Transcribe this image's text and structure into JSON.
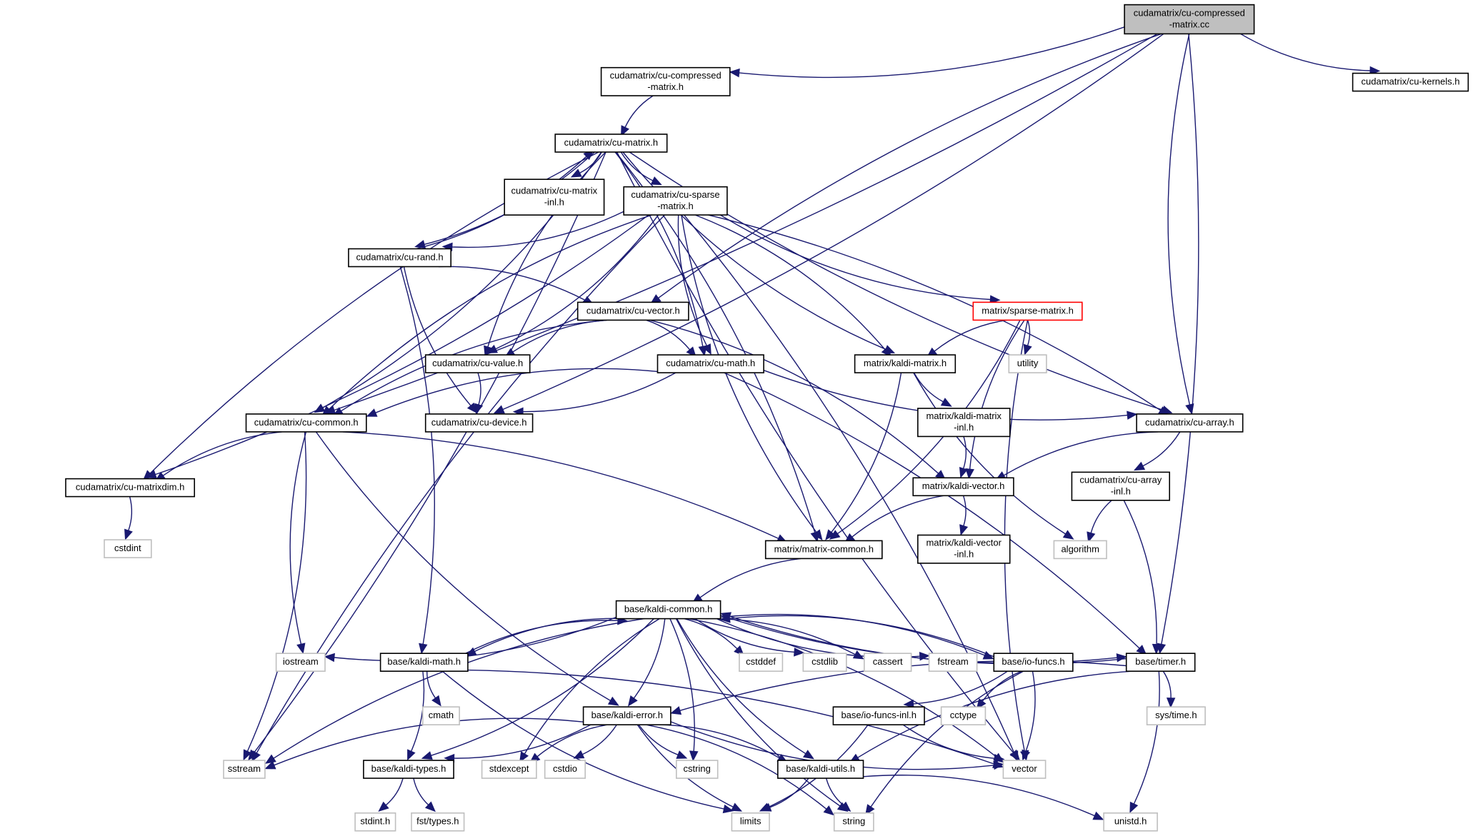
{
  "diagram": {
    "title": "Include dependency graph for cudamatrix/cu-compressed-matrix.cc",
    "colors": {
      "edge": "#191970",
      "root_fill": "#bfbfbf",
      "node_border": "#000000",
      "system_border": "#bfbfbf",
      "highlight_border": "#ff0000"
    },
    "nodes": [
      {
        "id": "root",
        "lines": [
          "cudamatrix/cu-compressed",
          "-matrix.cc"
        ],
        "kind": "root"
      },
      {
        "id": "cu_compressed_matrix_h",
        "lines": [
          "cudamatrix/cu-compressed",
          "-matrix.h"
        ],
        "kind": "file"
      },
      {
        "id": "cu_kernels_h",
        "lines": [
          "cudamatrix/cu-kernels.h"
        ],
        "kind": "file"
      },
      {
        "id": "cu_matrix_h",
        "lines": [
          "cudamatrix/cu-matrix.h"
        ],
        "kind": "file"
      },
      {
        "id": "cu_matrix_inl_h",
        "lines": [
          "cudamatrix/cu-matrix",
          "-inl.h"
        ],
        "kind": "file"
      },
      {
        "id": "cu_sparse_matrix_h",
        "lines": [
          "cudamatrix/cu-sparse",
          "-matrix.h"
        ],
        "kind": "file"
      },
      {
        "id": "cu_rand_h",
        "lines": [
          "cudamatrix/cu-rand.h"
        ],
        "kind": "file"
      },
      {
        "id": "cu_vector_h",
        "lines": [
          "cudamatrix/cu-vector.h"
        ],
        "kind": "file"
      },
      {
        "id": "sparse_matrix_h",
        "lines": [
          "matrix/sparse-matrix.h"
        ],
        "kind": "highlight"
      },
      {
        "id": "cu_value_h",
        "lines": [
          "cudamatrix/cu-value.h"
        ],
        "kind": "file"
      },
      {
        "id": "cu_math_h",
        "lines": [
          "cudamatrix/cu-math.h"
        ],
        "kind": "file"
      },
      {
        "id": "kaldi_matrix_h",
        "lines": [
          "matrix/kaldi-matrix.h"
        ],
        "kind": "file"
      },
      {
        "id": "utility",
        "lines": [
          "utility"
        ],
        "kind": "system"
      },
      {
        "id": "cu_common_h",
        "lines": [
          "cudamatrix/cu-common.h"
        ],
        "kind": "file"
      },
      {
        "id": "cu_device_h",
        "lines": [
          "cudamatrix/cu-device.h"
        ],
        "kind": "file"
      },
      {
        "id": "kaldi_matrix_inl_h",
        "lines": [
          "matrix/kaldi-matrix",
          "-inl.h"
        ],
        "kind": "file"
      },
      {
        "id": "cu_array_h",
        "lines": [
          "cudamatrix/cu-array.h"
        ],
        "kind": "file"
      },
      {
        "id": "cu_matrixdim_h",
        "lines": [
          "cudamatrix/cu-matrixdim.h"
        ],
        "kind": "file"
      },
      {
        "id": "kaldi_vector_h",
        "lines": [
          "matrix/kaldi-vector.h"
        ],
        "kind": "file"
      },
      {
        "id": "cu_array_inl_h",
        "lines": [
          "cudamatrix/cu-array",
          "-inl.h"
        ],
        "kind": "file"
      },
      {
        "id": "cstdint",
        "lines": [
          "cstdint"
        ],
        "kind": "system"
      },
      {
        "id": "matrix_common_h",
        "lines": [
          "matrix/matrix-common.h"
        ],
        "kind": "file"
      },
      {
        "id": "kaldi_vector_inl_h",
        "lines": [
          "matrix/kaldi-vector",
          "-inl.h"
        ],
        "kind": "file"
      },
      {
        "id": "algorithm",
        "lines": [
          "algorithm"
        ],
        "kind": "system"
      },
      {
        "id": "kaldi_common_h",
        "lines": [
          "base/kaldi-common.h"
        ],
        "kind": "file"
      },
      {
        "id": "iostream",
        "lines": [
          "iostream"
        ],
        "kind": "system"
      },
      {
        "id": "kaldi_math_h",
        "lines": [
          "base/kaldi-math.h"
        ],
        "kind": "file"
      },
      {
        "id": "cstddef",
        "lines": [
          "cstddef"
        ],
        "kind": "system"
      },
      {
        "id": "cstdlib",
        "lines": [
          "cstdlib"
        ],
        "kind": "system"
      },
      {
        "id": "cassert",
        "lines": [
          "cassert"
        ],
        "kind": "system"
      },
      {
        "id": "fstream",
        "lines": [
          "fstream"
        ],
        "kind": "system"
      },
      {
        "id": "io_funcs_h",
        "lines": [
          "base/io-funcs.h"
        ],
        "kind": "file"
      },
      {
        "id": "timer_h",
        "lines": [
          "base/timer.h"
        ],
        "kind": "file"
      },
      {
        "id": "cmath",
        "lines": [
          "cmath"
        ],
        "kind": "system"
      },
      {
        "id": "kaldi_error_h",
        "lines": [
          "base/kaldi-error.h"
        ],
        "kind": "file"
      },
      {
        "id": "io_funcs_inl_h",
        "lines": [
          "base/io-funcs-inl.h"
        ],
        "kind": "file"
      },
      {
        "id": "cctype",
        "lines": [
          "cctype"
        ],
        "kind": "system"
      },
      {
        "id": "sys_time_h",
        "lines": [
          "sys/time.h"
        ],
        "kind": "system"
      },
      {
        "id": "sstream",
        "lines": [
          "sstream"
        ],
        "kind": "system"
      },
      {
        "id": "kaldi_types_h",
        "lines": [
          "base/kaldi-types.h"
        ],
        "kind": "file"
      },
      {
        "id": "stdexcept",
        "lines": [
          "stdexcept"
        ],
        "kind": "system"
      },
      {
        "id": "cstdio",
        "lines": [
          "cstdio"
        ],
        "kind": "system"
      },
      {
        "id": "cstring",
        "lines": [
          "cstring"
        ],
        "kind": "system"
      },
      {
        "id": "kaldi_utils_h",
        "lines": [
          "base/kaldi-utils.h"
        ],
        "kind": "file"
      },
      {
        "id": "vector",
        "lines": [
          "vector"
        ],
        "kind": "system"
      },
      {
        "id": "stdint_h",
        "lines": [
          "stdint.h"
        ],
        "kind": "system"
      },
      {
        "id": "fst_types_h",
        "lines": [
          "fst/types.h"
        ],
        "kind": "system"
      },
      {
        "id": "limits",
        "lines": [
          "limits"
        ],
        "kind": "system"
      },
      {
        "id": "string",
        "lines": [
          "string"
        ],
        "kind": "system"
      },
      {
        "id": "unistd_h",
        "lines": [
          "unistd.h"
        ],
        "kind": "system"
      }
    ],
    "edges": [
      [
        "root",
        "cu_compressed_matrix_h"
      ],
      [
        "root",
        "cu_kernels_h"
      ],
      [
        "root",
        "cu_common_h"
      ],
      [
        "root",
        "cu_vector_h"
      ],
      [
        "root",
        "cu_device_h"
      ],
      [
        "root",
        "cu_array_h"
      ],
      [
        "root",
        "timer_h"
      ],
      [
        "cu_compressed_matrix_h",
        "cu_matrix_h"
      ],
      [
        "cu_matrix_h",
        "cu_matrix_inl_h"
      ],
      [
        "cu_matrix_h",
        "cu_sparse_matrix_h"
      ],
      [
        "cu_matrix_h",
        "cu_rand_h"
      ],
      [
        "cu_matrix_h",
        "cu_value_h"
      ],
      [
        "cu_matrix_h",
        "cu_math_h"
      ],
      [
        "cu_matrix_h",
        "kaldi_matrix_h"
      ],
      [
        "cu_matrix_h",
        "cu_common_h"
      ],
      [
        "cu_matrix_h",
        "cu_matrixdim_h"
      ],
      [
        "cu_matrix_h",
        "matrix_common_h"
      ],
      [
        "cu_matrix_h",
        "cu_array_h"
      ],
      [
        "cu_matrix_h",
        "sstream"
      ],
      [
        "cu_matrix_h",
        "vector"
      ],
      [
        "cu_sparse_matrix_h",
        "cu_rand_h"
      ],
      [
        "cu_sparse_matrix_h",
        "sparse_matrix_h"
      ],
      [
        "cu_sparse_matrix_h",
        "cu_value_h"
      ],
      [
        "cu_sparse_matrix_h",
        "cu_math_h"
      ],
      [
        "cu_sparse_matrix_h",
        "kaldi_matrix_h"
      ],
      [
        "cu_sparse_matrix_h",
        "cu_common_h"
      ],
      [
        "cu_sparse_matrix_h",
        "cu_matrixdim_h"
      ],
      [
        "cu_sparse_matrix_h",
        "matrix_common_h"
      ],
      [
        "cu_sparse_matrix_h",
        "cu_array_h"
      ],
      [
        "cu_sparse_matrix_h",
        "sstream"
      ],
      [
        "cu_sparse_matrix_h",
        "vector"
      ],
      [
        "cu_rand_h",
        "cu_matrix_h"
      ],
      [
        "cu_rand_h",
        "cu_vector_h"
      ],
      [
        "cu_rand_h",
        "cu_device_h"
      ],
      [
        "cu_rand_h",
        "kaldi_math_h"
      ],
      [
        "cu_vector_h",
        "cu_value_h"
      ],
      [
        "cu_vector_h",
        "cu_math_h"
      ],
      [
        "cu_vector_h",
        "cu_common_h"
      ],
      [
        "cu_vector_h",
        "kaldi_vector_h"
      ],
      [
        "sparse_matrix_h",
        "kaldi_matrix_h"
      ],
      [
        "sparse_matrix_h",
        "utility"
      ],
      [
        "sparse_matrix_h",
        "kaldi_vector_h"
      ],
      [
        "sparse_matrix_h",
        "matrix_common_h"
      ],
      [
        "sparse_matrix_h",
        "vector"
      ],
      [
        "cu_value_h",
        "cu_device_h"
      ],
      [
        "cu_math_h",
        "cu_common_h"
      ],
      [
        "cu_math_h",
        "cu_device_h"
      ],
      [
        "cu_math_h",
        "cu_array_h"
      ],
      [
        "cu_math_h",
        "timer_h"
      ],
      [
        "kaldi_matrix_h",
        "kaldi_matrix_inl_h"
      ],
      [
        "kaldi_matrix_h",
        "matrix_common_h"
      ],
      [
        "kaldi_matrix_h",
        "algorithm"
      ],
      [
        "kaldi_matrix_inl_h",
        "kaldi_vector_h"
      ],
      [
        "cu_array_h",
        "kaldi_vector_h"
      ],
      [
        "cu_array_h",
        "cu_array_inl_h"
      ],
      [
        "cu_common_h",
        "cu_matrixdim_h"
      ],
      [
        "cu_common_h",
        "matrix_common_h"
      ],
      [
        "cu_common_h",
        "iostream"
      ],
      [
        "cu_common_h",
        "sstream"
      ],
      [
        "cu_common_h",
        "kaldi_error_h"
      ],
      [
        "cu_matrixdim_h",
        "cstdint"
      ],
      [
        "kaldi_vector_h",
        "matrix_common_h"
      ],
      [
        "kaldi_vector_h",
        "kaldi_vector_inl_h"
      ],
      [
        "cu_array_inl_h",
        "algorithm"
      ],
      [
        "cu_array_inl_h",
        "timer_h"
      ],
      [
        "matrix_common_h",
        "kaldi_common_h"
      ],
      [
        "kaldi_common_h",
        "iostream"
      ],
      [
        "kaldi_common_h",
        "kaldi_math_h"
      ],
      [
        "kaldi_common_h",
        "cstddef"
      ],
      [
        "kaldi_common_h",
        "cstdlib"
      ],
      [
        "kaldi_common_h",
        "cassert"
      ],
      [
        "kaldi_common_h",
        "fstream"
      ],
      [
        "kaldi_common_h",
        "io_funcs_h"
      ],
      [
        "kaldi_common_h",
        "timer_h"
      ],
      [
        "kaldi_common_h",
        "kaldi_error_h"
      ],
      [
        "kaldi_common_h",
        "sstream"
      ],
      [
        "kaldi_common_h",
        "kaldi_types_h"
      ],
      [
        "kaldi_common_h",
        "stdexcept"
      ],
      [
        "kaldi_common_h",
        "cstring"
      ],
      [
        "kaldi_common_h",
        "kaldi_utils_h"
      ],
      [
        "kaldi_common_h",
        "vector"
      ],
      [
        "kaldi_common_h",
        "string"
      ],
      [
        "kaldi_math_h",
        "kaldi_common_h"
      ],
      [
        "kaldi_math_h",
        "cmath"
      ],
      [
        "kaldi_math_h",
        "kaldi_types_h"
      ],
      [
        "kaldi_math_h",
        "limits"
      ],
      [
        "kaldi_math_h",
        "vector"
      ],
      [
        "io_funcs_h",
        "kaldi_common_h"
      ],
      [
        "io_funcs_h",
        "io_funcs_inl_h"
      ],
      [
        "io_funcs_h",
        "cctype"
      ],
      [
        "io_funcs_h",
        "vector"
      ],
      [
        "io_funcs_h",
        "string"
      ],
      [
        "timer_h",
        "kaldi_common_h"
      ],
      [
        "timer_h",
        "kaldi_error_h"
      ],
      [
        "timer_h",
        "sys_time_h"
      ],
      [
        "timer_h",
        "kaldi_utils_h"
      ],
      [
        "timer_h",
        "unistd_h"
      ],
      [
        "io_funcs_inl_h",
        "vector"
      ],
      [
        "io_funcs_inl_h",
        "limits"
      ],
      [
        "kaldi_error_h",
        "sstream"
      ],
      [
        "kaldi_error_h",
        "kaldi_types_h"
      ],
      [
        "kaldi_error_h",
        "stdexcept"
      ],
      [
        "kaldi_error_h",
        "cstdio"
      ],
      [
        "kaldi_error_h",
        "cstring"
      ],
      [
        "kaldi_error_h",
        "kaldi_utils_h"
      ],
      [
        "kaldi_error_h",
        "vector"
      ],
      [
        "kaldi_error_h",
        "string"
      ],
      [
        "kaldi_error_h",
        "limits"
      ],
      [
        "kaldi_types_h",
        "stdint_h"
      ],
      [
        "kaldi_types_h",
        "fst_types_h"
      ],
      [
        "kaldi_utils_h",
        "limits"
      ],
      [
        "kaldi_utils_h",
        "string"
      ],
      [
        "kaldi_utils_h",
        "unistd_h"
      ]
    ]
  }
}
